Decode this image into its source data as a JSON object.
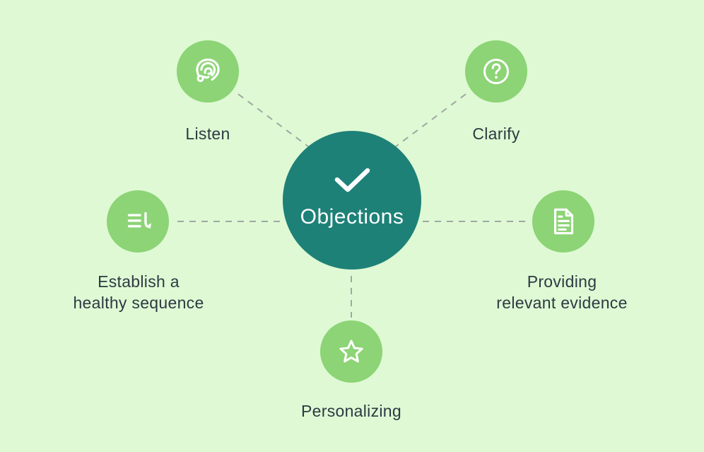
{
  "diagram_title": "Objections",
  "center": {
    "label": "Objections",
    "icon": "check-icon",
    "circle_color": "#1e8178",
    "text_color": "#ffffff"
  },
  "nodes": [
    {
      "id": "listen",
      "label": "Listen",
      "icon": "ear-icon"
    },
    {
      "id": "clarify",
      "label": "Clarify",
      "icon": "question-circle-icon"
    },
    {
      "id": "establish",
      "label": "Establish a\nhealthy sequence",
      "icon": "sorted-list-arrow-icon"
    },
    {
      "id": "evidence",
      "label": "Providing\nrelevant evidence",
      "icon": "document-icon"
    },
    {
      "id": "personalizing",
      "label": "Personalizing",
      "icon": "star-icon"
    }
  ],
  "colors": {
    "background": "#dff9d4",
    "satellite_circle": "#8cd475",
    "center_circle": "#1e8178",
    "label_text": "#2d3a42",
    "icon_stroke": "#ffffff",
    "connector_dash": "#a0a8a2"
  },
  "connector_style": "dashed"
}
